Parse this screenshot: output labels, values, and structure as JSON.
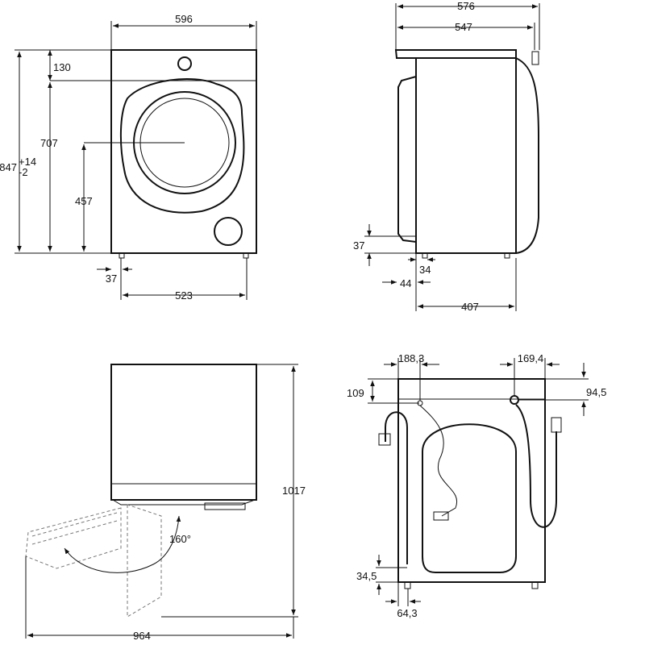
{
  "front_view": {
    "width": "596",
    "top_panel": "130",
    "door_center": "707",
    "total_height": "847",
    "tolerance_upper": "+14",
    "tolerance_lower": "-2",
    "door_bottom": "457",
    "foot_offset": "37",
    "foot_span": "523"
  },
  "side_view": {
    "depth_with_door": "576",
    "depth": "547",
    "foot_height": "37",
    "foot_offset_a": "34",
    "foot_offset_b": "44",
    "foot_span": "407"
  },
  "door_view": {
    "depth_door_open": "1017",
    "opening_angle": "160°",
    "total_depth": "964"
  },
  "rear_view": {
    "hose_offset_left": "188,3",
    "hose_offset_right": "169,4",
    "top_offset_left": "109",
    "top_offset_right": "94,5",
    "bottom_offset": "34,5",
    "bottom_side": "64,3"
  }
}
